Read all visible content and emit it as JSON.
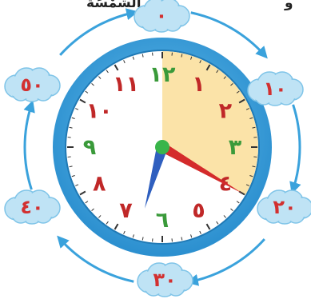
{
  "header": {
    "text": "الشَّمْسَةَ",
    "suffix": "و"
  },
  "clock": {
    "hour_numerals": [
      "١٢",
      "١",
      "٢",
      "٣",
      "٤",
      "٥",
      "٦",
      "٧",
      "٨",
      "٩",
      "١٠",
      "١١"
    ],
    "minute_cloud_labels": [
      "٠",
      "١٠",
      "٢٠",
      "٣٠",
      "٤٠",
      "٥٠"
    ],
    "highlight_sector": "12 to 4 shaded",
    "hour_hand_points_to": 6,
    "minute_hand_points_to": 4,
    "colors": {
      "ring": "#3aa2dc",
      "face": "#ffffff",
      "highlight": "#fbe3a8",
      "numeral_red": "#c02828",
      "numeral_green": "#3a9a3a",
      "cloud": "#bfe3f5",
      "cloud_text": "#d23030",
      "arrow": "#3aa2dc",
      "hour_hand": "#2f5fbf",
      "minute_hand": "#d42b2b",
      "center": "#39b54a"
    }
  }
}
